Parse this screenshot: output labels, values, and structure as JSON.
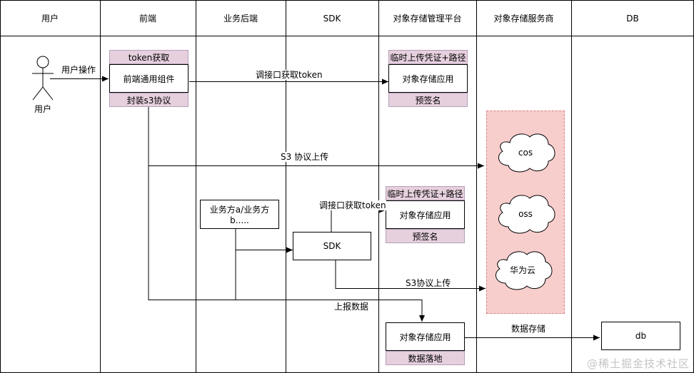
{
  "lanes": [
    "用户",
    "前端",
    "业务后端",
    "SDK",
    "对象存储管理平台",
    "对象存储服务商",
    "DB"
  ],
  "actor": {
    "label": "用户",
    "arrow_label": "用户操作"
  },
  "frontend": {
    "top_tag": "token获取",
    "component": "前端通用组件",
    "bottom_tag": "封装s3协议"
  },
  "platform_top": {
    "top_tag": "临时上传凭证+路径",
    "app": "对象存储应用",
    "bottom_tag": "预签名"
  },
  "platform_mid": {
    "top_tag": "临时上传凭证+路径",
    "app": "对象存储应用",
    "bottom_tag": "预签名"
  },
  "platform_bottom": {
    "app": "对象存储应用",
    "bottom_tag": "数据落地"
  },
  "business": {
    "label": "业务方a/业务方b....."
  },
  "sdk_box": {
    "label": "SDK"
  },
  "providers": [
    "cos",
    "oss",
    "华为云"
  ],
  "db_box": {
    "label": "db"
  },
  "edges": {
    "get_token_1": "调接口获取token",
    "s3_upload_1": "S3 协议上传",
    "get_token_2": "调接口获取token",
    "s3_upload_2": "S3协议上传",
    "report": "上报数据",
    "store": "数据存储"
  },
  "watermark": "@稀土掘金技术社区",
  "colors": {
    "tag_fill": "#e6d0de",
    "provider_zone_fill": "#f8cecc",
    "provider_zone_border": "#d6848a",
    "header_background": "#f5f5f5"
  }
}
